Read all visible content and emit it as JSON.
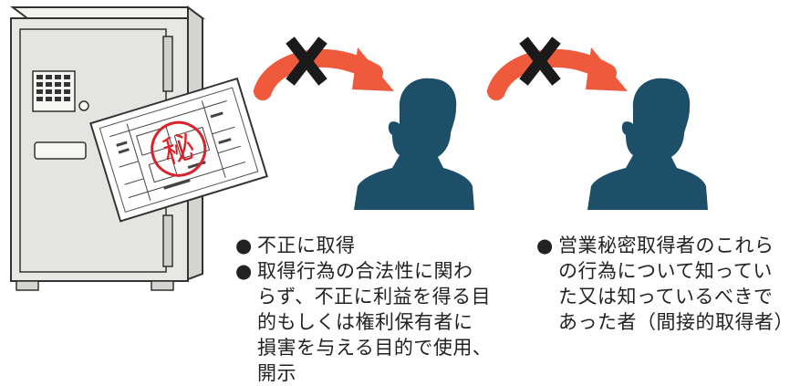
{
  "secret_mark": "秘",
  "bullet_glyph": "●",
  "left_caption": {
    "items": [
      {
        "text": "不正に取得"
      },
      {
        "text": "取得行為の合法性に関わ\nらず、不正に利益を得る目\n的もしくは権利保有者に\n損害を与える目的で使用、\n開示"
      }
    ]
  },
  "right_caption": {
    "items": [
      {
        "text": "営業秘密取得者のこれら\nの行為について知ってい\nた又は知っているべきで\nあった者（間接的取得者）"
      }
    ]
  },
  "colors": {
    "safe_body": "#e7e7e4",
    "person": "#1e4f69",
    "arrow": "#ef5a3c",
    "cross": "#1a1a1a",
    "stamp": "#d8232a"
  }
}
